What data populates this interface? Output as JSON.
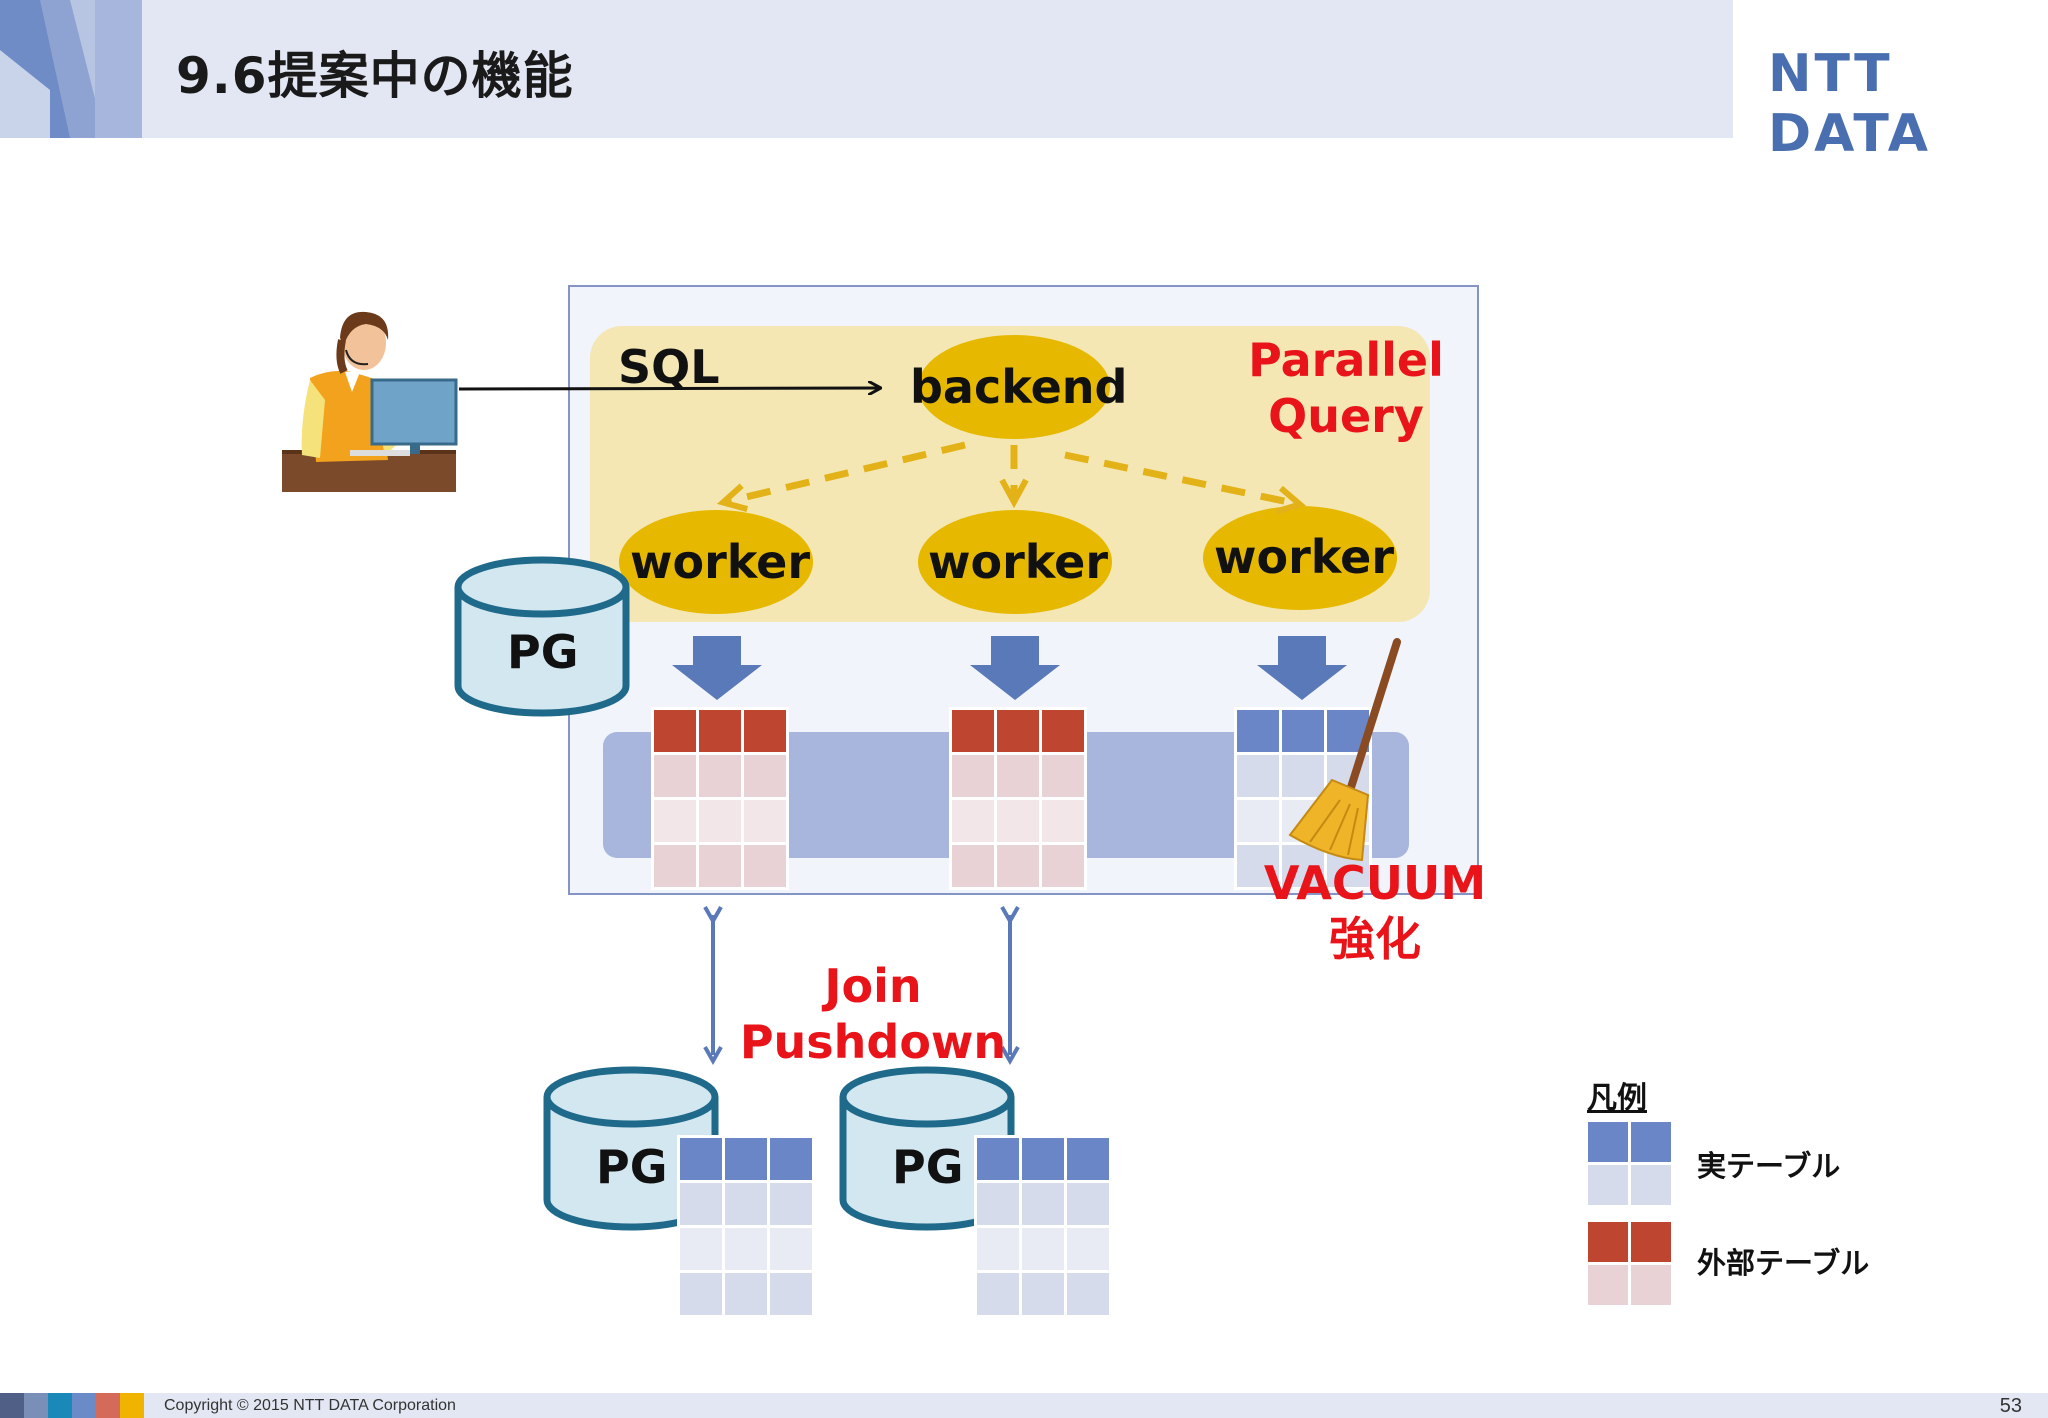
{
  "header": {
    "title": "9.6提案中の機能",
    "logo": "NTT DATA"
  },
  "diagram": {
    "sql_label": "SQL",
    "backend_label": "backend",
    "worker_labels": [
      "worker",
      "worker",
      "worker"
    ],
    "pg_labels": [
      "PG",
      "PG",
      "PG"
    ],
    "parallel_query": [
      "Parallel",
      "Query"
    ],
    "vacuum": [
      "VACUUM",
      "強化"
    ],
    "join_pushdown": [
      "Join",
      "Pushdown"
    ]
  },
  "legend": {
    "title": "凡例",
    "items": [
      {
        "label": "実テーブル",
        "color": "#6a86c6",
        "light": "#d5dbeb"
      },
      {
        "label": "外部テーブル",
        "color": "#be4530",
        "light": "#e9d2d6"
      }
    ]
  },
  "colors": {
    "accent_red": "#e8141a",
    "worker_gold": "#e6b800",
    "cylinder_border": "#1f6a8a",
    "panel_yellow": "#f4e7b3",
    "arrow_blue": "#5a79b8"
  },
  "footer": {
    "copyright": "Copyright © 2015 NTT DATA Corporation",
    "page": "53"
  }
}
